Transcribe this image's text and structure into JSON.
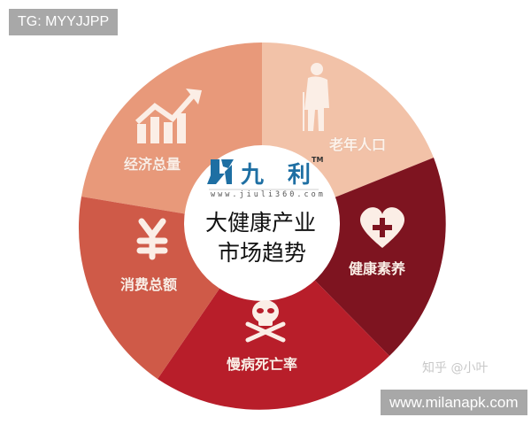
{
  "overlays": {
    "tg_badge": "TG: MYYJJPP",
    "site_badge": "www.milanapk.com",
    "watermark": "知乎 @小叶"
  },
  "center": {
    "logo_brand": "九 利",
    "logo_left": "九",
    "logo_right": "利",
    "logo_tm": "TM",
    "logo_url": "www.jiuli360.com",
    "title_line1": "大健康产业",
    "title_line2": "市场趋势",
    "logo_color": "#1e6fa3"
  },
  "segments": [
    {
      "label": "经济总量",
      "icon": "growth-chart-icon",
      "color": "#e8997a"
    },
    {
      "label": "老年人口",
      "icon": "elderly-person-icon",
      "color": "#f2c2a8"
    },
    {
      "label": "健康素养",
      "icon": "heart-plus-icon",
      "color": "#7e1420"
    },
    {
      "label": "慢病死亡率",
      "icon": "skull-crossbones-icon",
      "color": "#b81e2a"
    },
    {
      "label": "消费总额",
      "icon": "yen-icon",
      "color": "#cf5a48"
    }
  ]
}
